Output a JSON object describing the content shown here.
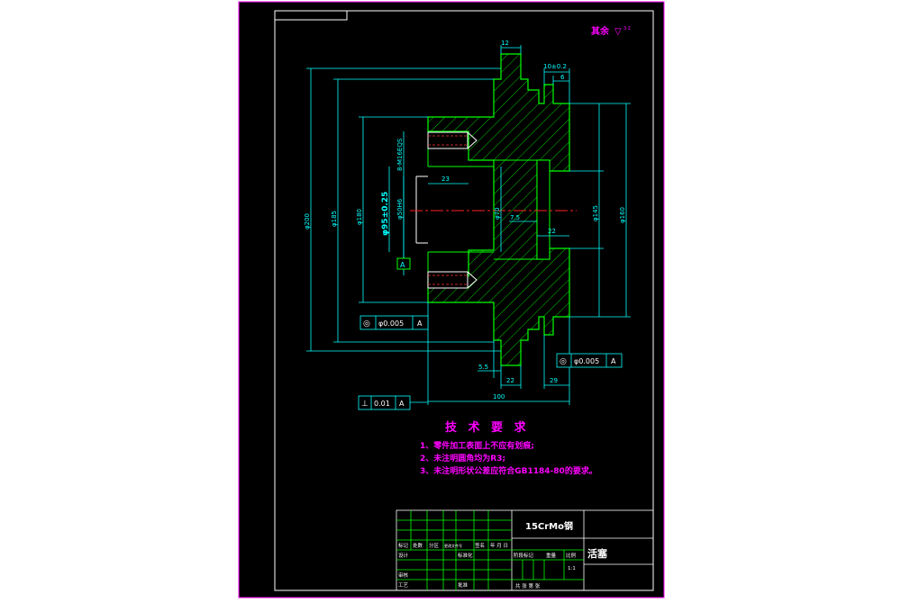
{
  "colors": {
    "paper": "#000000",
    "border": "#ff00ff",
    "frame": "#ffffff",
    "dim": "#00ffff",
    "outline": "#00ff00",
    "hatch": "#00ff00",
    "center": "#ff2020",
    "thread": "#ff3030",
    "tech": "#ff00ff",
    "title": "#ffffff"
  },
  "roughness": {
    "label": "其余",
    "symbol": "▽",
    "value": "3.2"
  },
  "dims": {
    "d1": "φ200",
    "d2": "φ185",
    "d3": "φ180",
    "d4": "φ95±0.25",
    "d5": "φ50H6",
    "d6": "φ70",
    "d7": "φ145",
    "d8": "φ160",
    "thread": "8-M16EQS",
    "w23": "23",
    "w22a": "22",
    "w751": "7.5",
    "w12": "12",
    "w10": "10±0.2",
    "w6": "6",
    "w55": "5.5",
    "w22": "22",
    "w29": "29",
    "w100": "100"
  },
  "datum": {
    "label": "A"
  },
  "tolerances": [
    {
      "sym": "◎",
      "val": "φ0.005",
      "ref": "A"
    },
    {
      "sym": "◎",
      "val": "φ0.005",
      "ref": "A"
    },
    {
      "sym": "⊥",
      "val": "0.01",
      "ref": "A"
    }
  ],
  "tech": {
    "title": "技 术 要 求",
    "items": [
      "1、零件加工表面上不应有划痕;",
      "2、未注明圆角均为R3;",
      "3、未注明形状公差应符合GB1184-80的要求。"
    ]
  },
  "titleblock": {
    "material": "15CrMo钢",
    "part": "活塞",
    "scale": "1:1",
    "cells": {
      "mark": "标记",
      "count": "处数",
      "zone": "分区",
      "docno": "更改文件号",
      "sign": "签名",
      "date": "年 月 日",
      "design": "设计",
      "stdz": "标准化",
      "review": "审核",
      "craft": "工艺",
      "approve": "批准",
      "stage": "阶段标记",
      "weight": "重量",
      "ratio": "比例",
      "sheets": "共 张 第 张"
    }
  }
}
